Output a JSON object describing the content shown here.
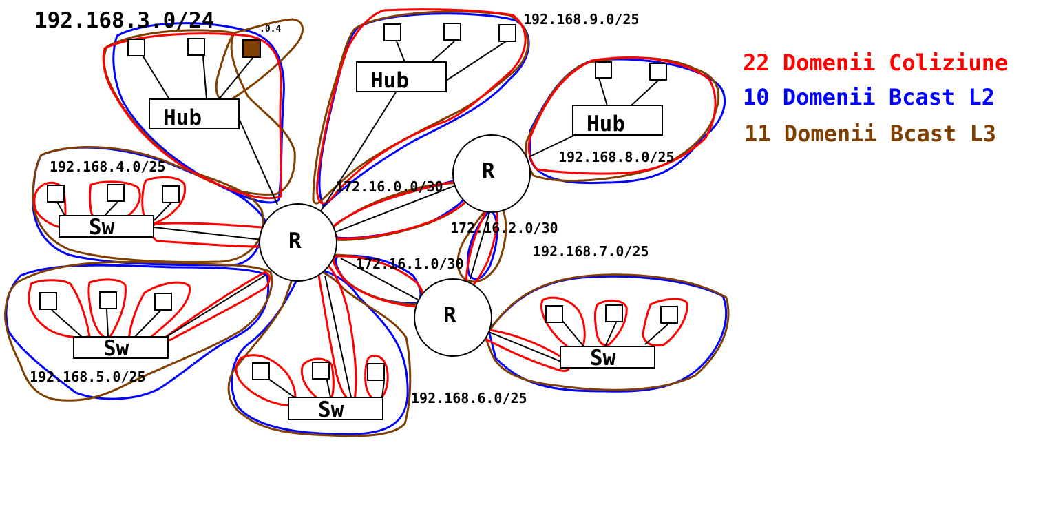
{
  "colors": {
    "red": "#ff0000",
    "blue": "#0000ff",
    "brown": "#7f3f00",
    "server": "#7f3f00"
  },
  "networks": {
    "n3": "192.168.3.0/24",
    "n3_server": ".0.4",
    "n9": "192.168.9.0/25",
    "n8": "192.168.8.0/25",
    "n4": "192.168.4.0/25",
    "n5": "192.168.5.0/25",
    "n6": "192.168.6.0/25",
    "n7": "192.168.7.0/25",
    "p0": "172.16.0.0/30",
    "p1": "172.16.1.0/30",
    "p2": "172.16.2.0/30"
  },
  "devices": {
    "hub": "Hub",
    "switch": "Sw",
    "router": "R"
  },
  "legend": {
    "collision": "22 Domenii Coliziune",
    "bcast_l2": "10 Domenii Bcast L2",
    "bcast_l3": "11 Domenii Bcast L3"
  }
}
